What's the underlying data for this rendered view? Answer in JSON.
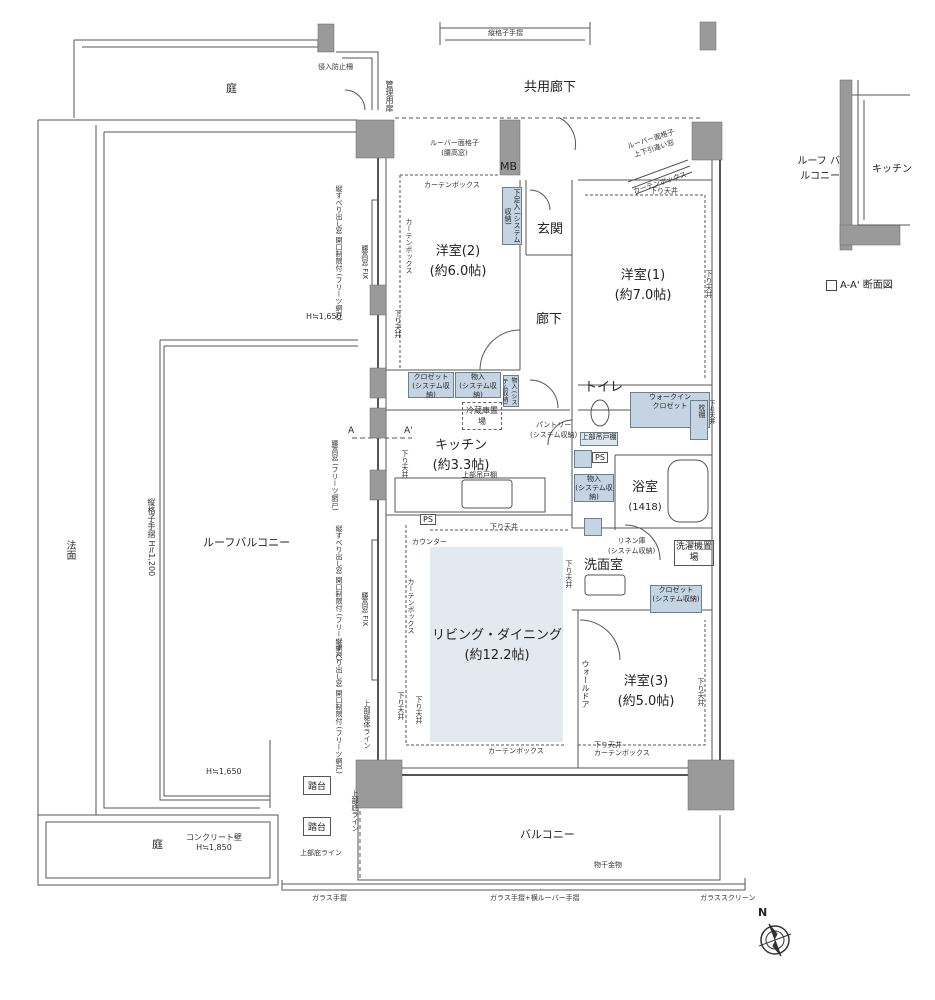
{
  "rooms": {
    "western2_name": "洋室(2)",
    "western2_size": "(約6.0帖)",
    "western1_name": "洋室(1)",
    "western1_size": "(約7.0帖)",
    "western3_name": "洋室(3)",
    "western3_size": "(約5.0帖)",
    "kitchen_name": "キッチン",
    "kitchen_size": "(約3.3帖)",
    "living_name": "リビング・ダイニング",
    "living_size": "(約12.2帖)",
    "bath_name": "浴室",
    "bath_size": "(1418)",
    "entrance": "玄関",
    "hallway": "廊下",
    "toilet": "トイレ",
    "washroom": "洗面室"
  },
  "outside": {
    "common_corridor": "共用廊下",
    "garden_top": "庭",
    "garden_bottom": "庭",
    "roof_balcony": "ルーフバルコニー",
    "balcony": "バルコニー",
    "slope": "法面",
    "pedestal1": "踏台",
    "pedestal2": "踏台",
    "concrete_wall": "コンクリート壁",
    "concrete_wall_height": "H≒1,850",
    "vertical_railing_height": "縦格子手摺 H≒1,200",
    "h1650_top": "H≒1,650",
    "h1650_bottom": "H≒1,650",
    "upper_eaves_line": "上部庇ライン",
    "upper_eaves_line_v": "上部庇ライン",
    "laundry_hardware": "物干金物",
    "intrusion_fence": "侵入防止柵",
    "management_door": "管理用扉"
  },
  "railings": {
    "top_lattice": "縦格子手摺",
    "glass_left": "ガラス手摺",
    "glass_louver": "ガラス手摺+横ルーバー手摺",
    "glass_screen": "ガラススクリーン"
  },
  "annotations": {
    "louver_lattice": "ルーバー面格子",
    "louver_lattice_fixed": "(腰高窓)",
    "louver_window_sliding": "ルーバー面格子",
    "louver_window_sliding2": "上下引違い窓",
    "curtain_box_w2": "カーテンボックス",
    "curtain_box_w2_v": "カーテンボックス",
    "curtain_box_w1": "カーテンボックス",
    "curtain_box_ld": "カーテンボックス",
    "curtain_box_ld_v": "カーテンボックス",
    "curtain_box_w3": "カーテンボックス",
    "ceiling_down": "下り天井",
    "ceiling_down_w1": "下り天井",
    "ceiling_down_w2": "下り天井",
    "ceiling_down_w1v": "下り天井",
    "ceiling_down_k": "下り天井",
    "ceiling_down_ld": "下り天井",
    "ceiling_down_ld2": "下り天井",
    "ceiling_down_ld3": "下り天井",
    "ceiling_down_wash": "下り天井",
    "ceiling_down_w3": "下り天井",
    "ceiling_down_w3b": "下り天井",
    "mb": "MB",
    "ps1": "PS",
    "ps2": "PS",
    "fridge": "冷蔵庫置場",
    "counter": "カウンター",
    "upper_cabinet": "上部吊戸棚",
    "upper_cabinet2": "上部吊戸棚",
    "pantry": "パントリー",
    "pantry_sub": "(システム収納)",
    "wall_door": "ウォールドア",
    "window_open_limit1": "縦すべり出し窓 開口制限付 (フリーツ網戸)",
    "window_open_limit2": "縦すべり出し窓 開口制限付 (フリーツ網戸)",
    "window_open_limit3": "縦すべり出し窓 開口制限付 (フリーツ網戸)",
    "window_fix1": "腰高窓 FIX",
    "window_fix2": "腰高窓 FIX",
    "window_kitchen": "腰高窓 (フリーツ網戸)",
    "upper_body_line": "上部躯体ライン",
    "section_a": "A",
    "section_a_prime": "A'"
  },
  "storage": {
    "shoe_box": "下足入 (システム収納)",
    "closet_w2": "クロゼット",
    "closet_w2_sub": "(システム収納)",
    "storage_w2": "物入",
    "storage_w2_sub": "(システム収納)",
    "storage_hall": "物入 (システム収納)",
    "walkin_title": "ウォークイン",
    "walkin": "クロゼット",
    "walkin_side": "枕棚",
    "storage_bath": "物入",
    "storage_bath_sub": "(システム収納)",
    "linen": "リネン庫",
    "linen_sub": "(システム収納)",
    "washer": "洗濯機置場",
    "closet_w3": "クロゼット",
    "closet_w3_sub": "(システム収納)"
  },
  "section_diagram": {
    "roof_balcony": "ルーフ バルコニー",
    "kitchen": "キッチン",
    "caption": "A-A' 断面図"
  },
  "compass": {
    "north": "N"
  },
  "colors": {
    "wall": "#9a9a9a",
    "storage": "#c4d4e2",
    "living": "#e2e9f0",
    "line": "#555555"
  }
}
